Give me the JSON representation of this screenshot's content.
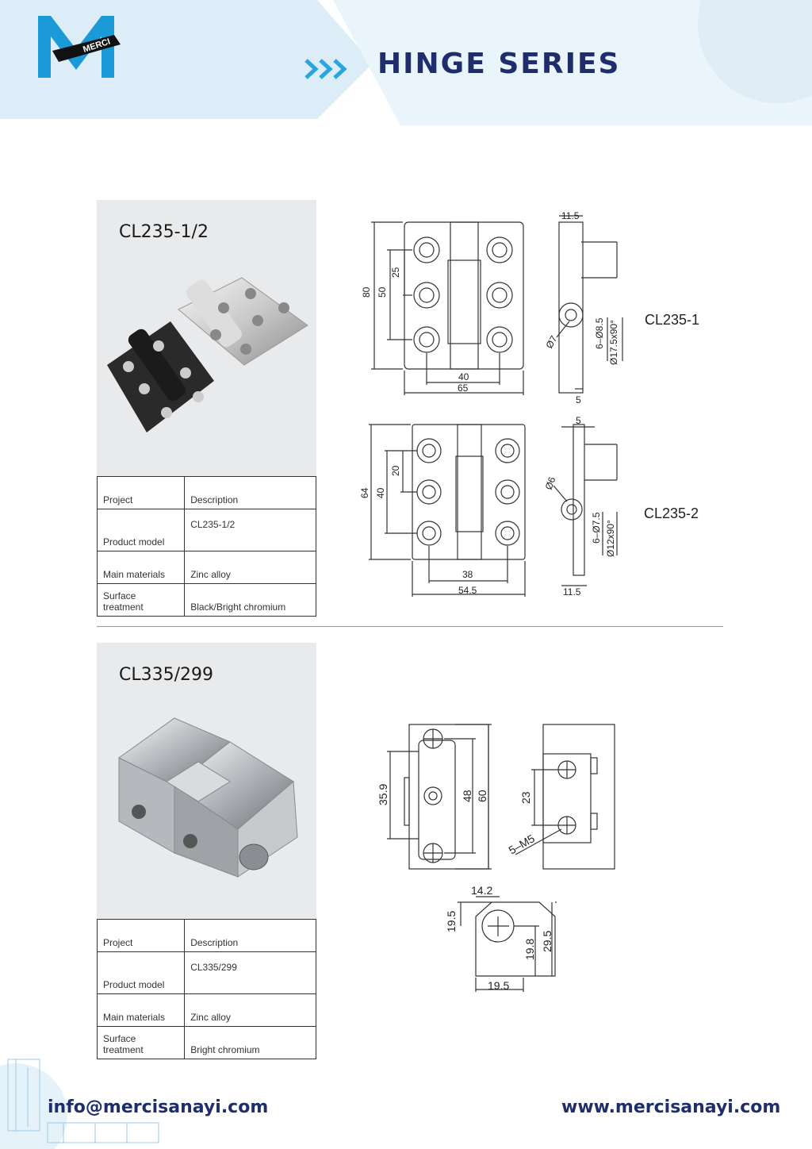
{
  "header": {
    "title": "HINGE SERIES",
    "logo_text": "MERCI",
    "brand_color": "#1f2e6b",
    "accent_color": "#d8ecf8"
  },
  "products": [
    {
      "model_title": "CL235-1/2",
      "spec_table": [
        {
          "label": "Project",
          "value": "Description"
        },
        {
          "label": "Product model",
          "value": "CL235-1/2"
        },
        {
          "label": "Main materials",
          "value": "Zinc alloy"
        },
        {
          "label": "Surface treatment",
          "value": "Black/Bright chromium"
        }
      ],
      "variants": [
        "CL235-1",
        "CL235-2"
      ],
      "drawing_cl235_1": {
        "height": "80",
        "hole_span": "50",
        "hole_pitch": "25",
        "inner_width": "40",
        "width": "65",
        "thickness": "11.5",
        "leaf": "5",
        "pin": "Ø7",
        "holes": "6–Ø8.5",
        "countersink": "Ø17.5x90°"
      },
      "drawing_cl235_2": {
        "height": "64",
        "hole_span": "40",
        "hole_pitch": "20",
        "inner_width": "38",
        "width": "54.5",
        "leaf": "5",
        "thickness": "11.5",
        "pin": "Ø6",
        "holes": "6–Ø7.5",
        "countersink": "Ø12x90°"
      }
    },
    {
      "model_title": "CL335/299",
      "spec_table": [
        {
          "label": "Project",
          "value": "Description"
        },
        {
          "label": "Product model",
          "value": "CL335/299"
        },
        {
          "label": "Main materials",
          "value": "Zinc alloy"
        },
        {
          "label": "Surface treatment",
          "value": "Bright chromium"
        }
      ],
      "drawing": {
        "d1": "35.9",
        "d2": "48",
        "d3": "60",
        "d4": "23",
        "thread": "5–M5",
        "w1": "14.2",
        "h1": "19.5",
        "h2": "19.8",
        "h3": "29.5",
        "w2": "19.5"
      }
    }
  ],
  "footer": {
    "email": "info@mercisanayi.com",
    "website": "www.mercisanayi.com"
  }
}
